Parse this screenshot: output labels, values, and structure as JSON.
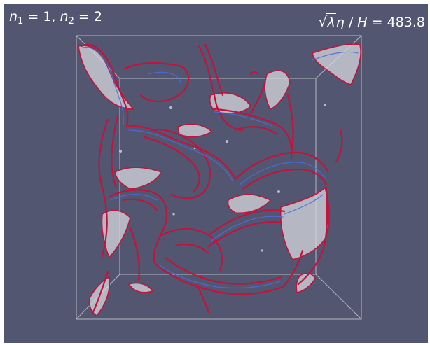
{
  "labels": {
    "left": {
      "n1_symbol": "n",
      "n1_sub": "1",
      "n1_value": "= 1,",
      "n2_symbol": "n",
      "n2_sub": "2",
      "n2_value": "= 2"
    },
    "right": {
      "sqrt_symbol": "√",
      "lambda": "λ",
      "eta": "η",
      "slash": "/",
      "H": "H",
      "equals_value": "= 483.8"
    }
  },
  "colors": {
    "background": "#525670",
    "box_edges": "#c8cad4",
    "sheet_fill": "#d7d9de",
    "string_outline": "#c0143c",
    "string_core": "#4a6ee0"
  }
}
